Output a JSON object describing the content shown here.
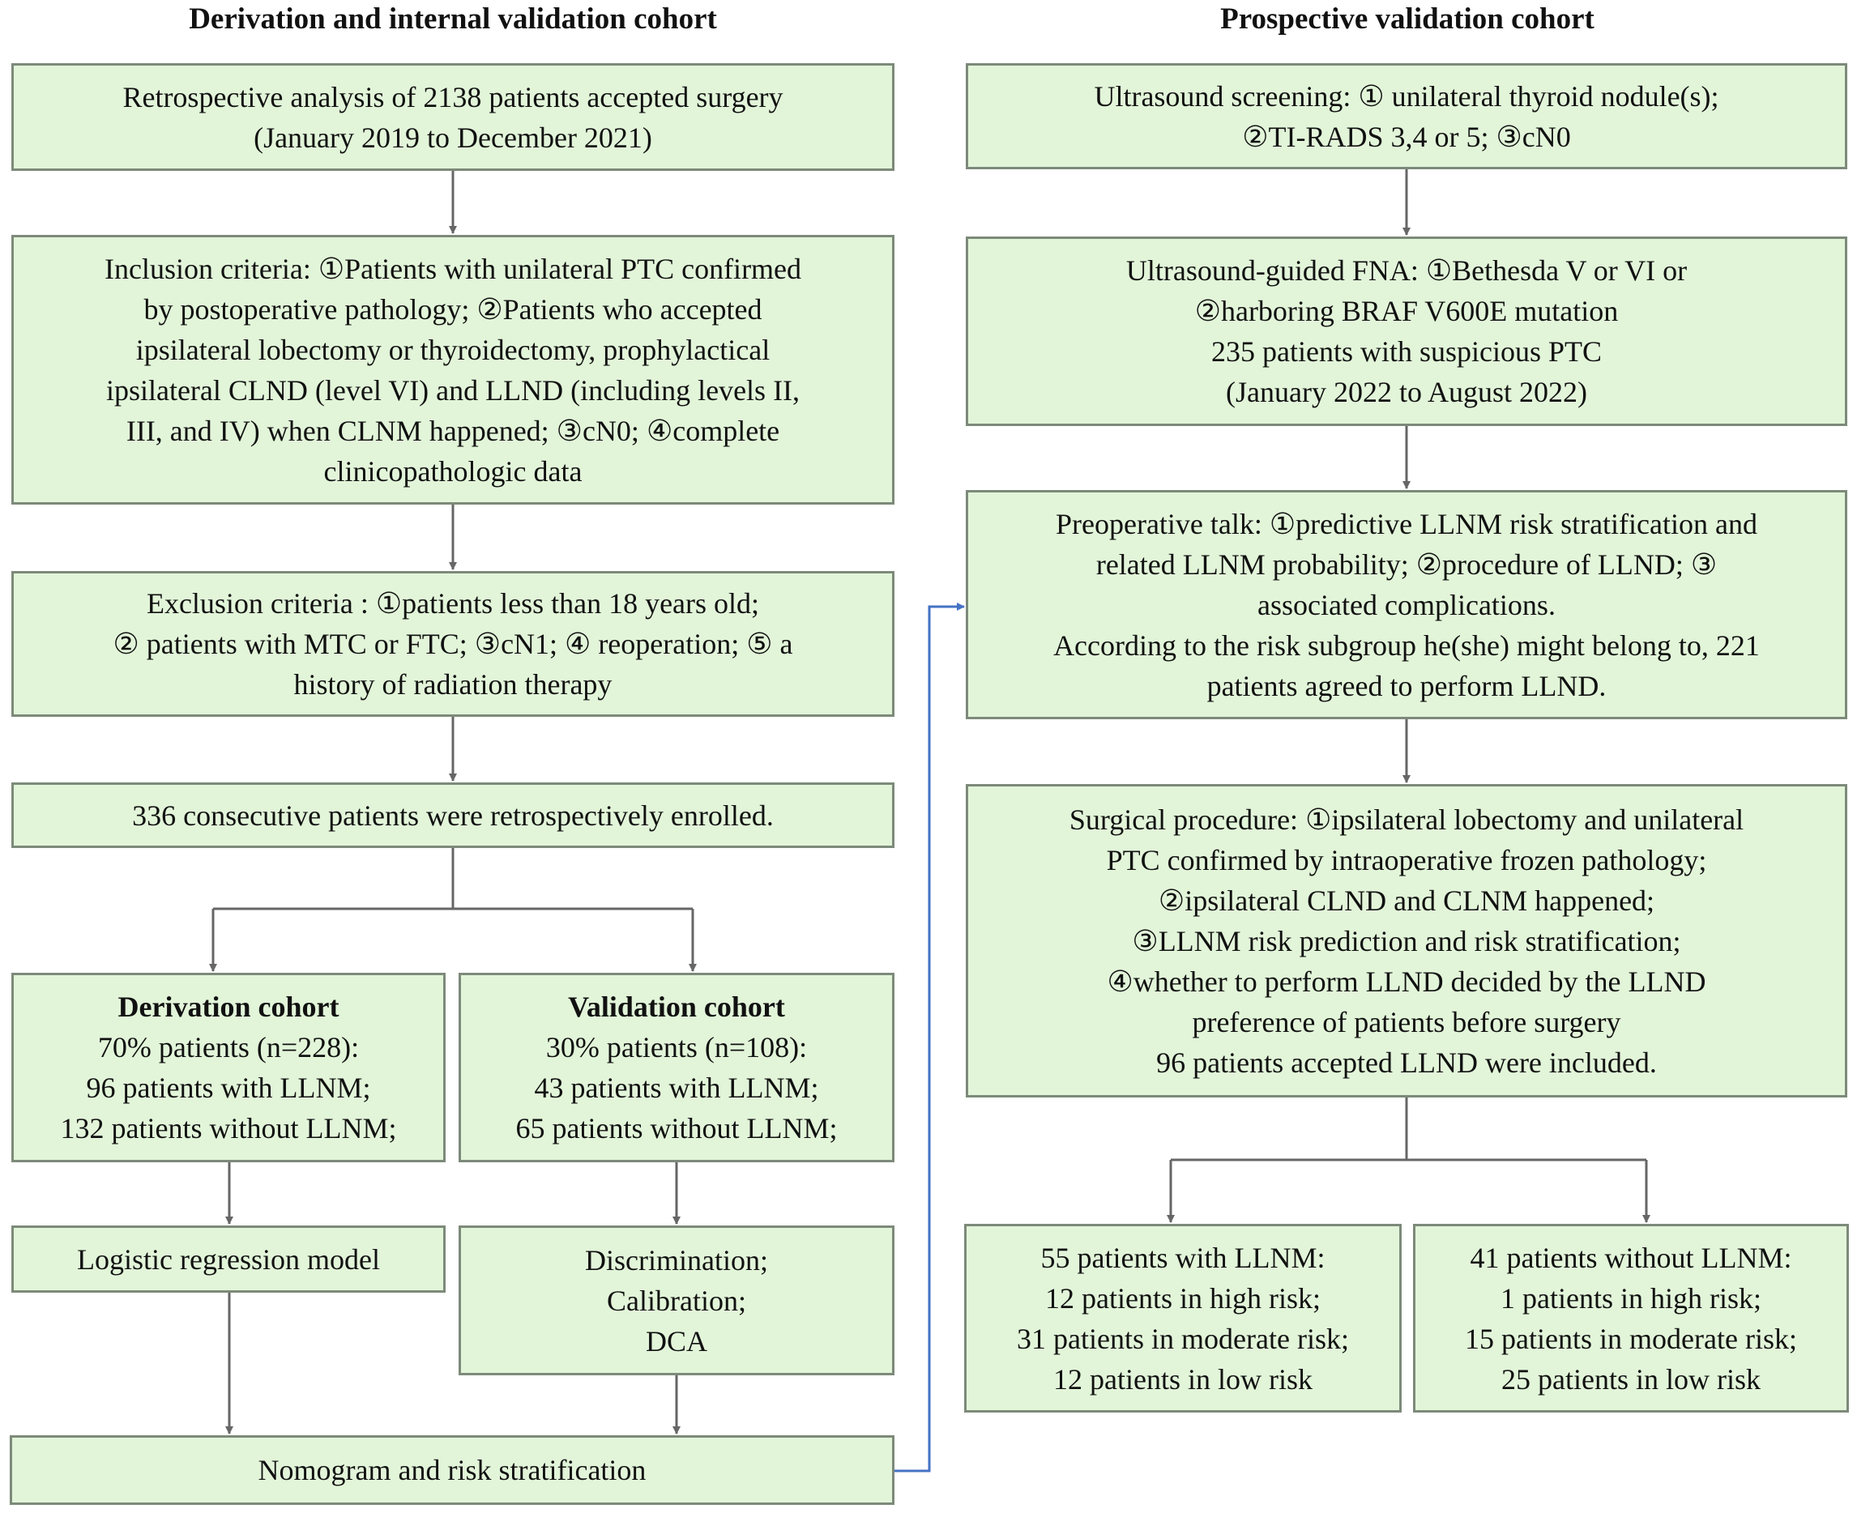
{
  "headers": {
    "left": "Derivation and internal validation cohort",
    "right": "Prospective validation cohort"
  },
  "left": {
    "retrospective": [
      "Retrospective analysis of 2138 patients accepted surgery",
      "(January 2019 to December 2021)"
    ],
    "inclusion": [
      "Inclusion criteria: ①Patients with unilateral PTC confirmed",
      "by postoperative pathology; ②Patients who accepted",
      "ipsilateral lobectomy or thyroidectomy, prophylactical",
      "ipsilateral CLND (level VI) and LLND (including levels II,",
      "III, and IV) when CLNM happened; ③cN0; ④complete",
      "clinicopathologic data"
    ],
    "exclusion": [
      "Exclusion criteria : ①patients less than 18 years old;",
      "② patients with MTC or FTC; ③cN1; ④ reoperation; ⑤ a",
      "history of radiation therapy"
    ],
    "enrolled": "336 consecutive patients were retrospectively enrolled.",
    "derivation": {
      "title": "Derivation cohort",
      "lines": [
        "70% patients (n=228):",
        "96 patients with LLNM;",
        "132 patients without LLNM;"
      ]
    },
    "validation": {
      "title": "Validation cohort",
      "lines": [
        "30% patients (n=108):",
        "43 patients with LLNM;",
        "65 patients without LLNM;"
      ]
    },
    "logistic": "Logistic regression model",
    "discrimination": [
      "Discrimination;",
      "Calibration;",
      "DCA"
    ],
    "nomogram": "Nomogram and risk stratification"
  },
  "right": {
    "ultrasound": [
      "Ultrasound screening: ① unilateral thyroid nodule(s);",
      "②TI-RADS 3,4 or 5; ③cN0"
    ],
    "fna": [
      "Ultrasound-guided FNA: ①Bethesda V or VI or",
      "②harboring BRAF V600E mutation",
      "235 patients with suspicious PTC",
      "(January 2022 to August 2022)"
    ],
    "talk": [
      "Preoperative talk: ①predictive LLNM risk stratification and",
      "related LLNM probability; ②procedure of LLND; ③",
      "associated complications.",
      "According to the risk subgroup he(she) might belong to, 221",
      "patients agreed to perform LLND."
    ],
    "surgical": [
      "Surgical procedure: ①ipsilateral lobectomy and unilateral",
      "PTC confirmed by intraoperative frozen pathology;",
      "②ipsilateral CLND and CLNM happened;",
      "③LLNM risk prediction and risk stratification;",
      "④whether to perform LLND decided by the LLND",
      "preference of patients before surgery",
      "96 patients accepted LLND were included."
    ],
    "with_llnm": [
      "55 patients with LLNM:",
      "12 patients in high risk;",
      "31 patients in moderate risk;",
      "12 patients in low risk"
    ],
    "without_llnm": [
      "41 patients without LLNM:",
      "1 patients in high risk;",
      "15 patients in moderate risk;",
      "25 patients in low risk"
    ]
  },
  "colors": {
    "box_fill": "#e2f5d9",
    "box_border": "#7d8a7a",
    "arrow": "#666666",
    "link_arrow": "#4472c4"
  }
}
